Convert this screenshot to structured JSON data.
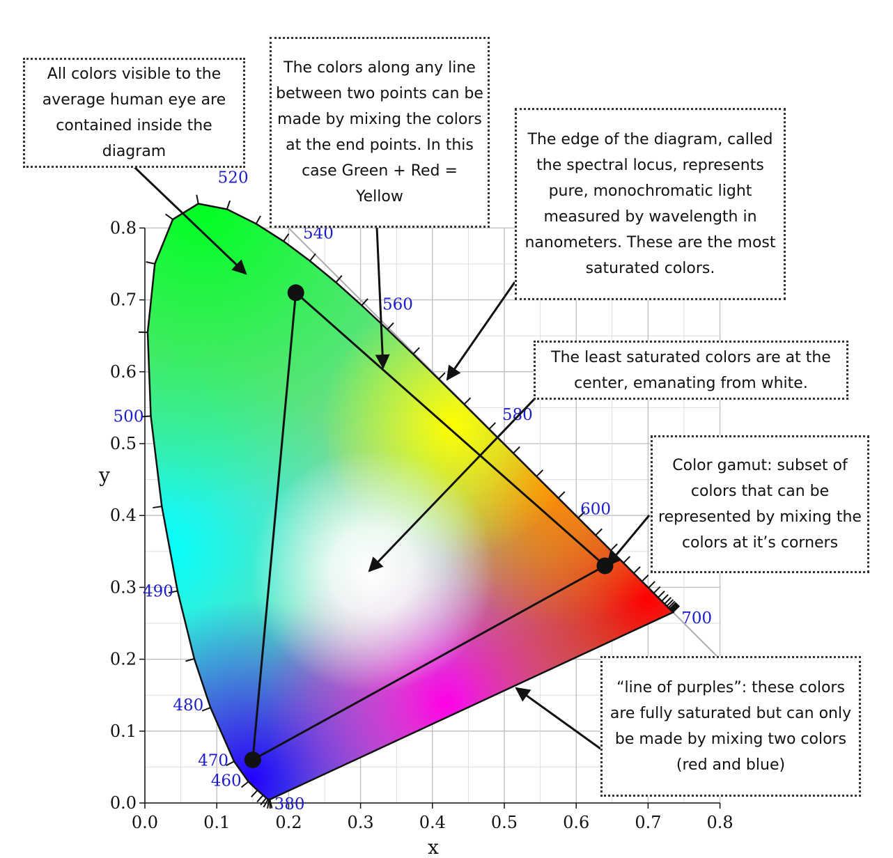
{
  "chart_data": {
    "type": "diagram",
    "xlabel": "x",
    "ylabel": "y",
    "xlim": [
      0.0,
      0.8
    ],
    "ylim": [
      0.0,
      0.8
    ],
    "x_ticks": [
      "0.0",
      "0.1",
      "0.2",
      "0.3",
      "0.4",
      "0.5",
      "0.6",
      "0.7",
      "0.8"
    ],
    "y_ticks": [
      "0.0",
      "0.1",
      "0.2",
      "0.3",
      "0.4",
      "0.5",
      "0.6",
      "0.7",
      "0.8"
    ],
    "grid": true,
    "spectral_locus": [
      [
        0.1741,
        0.005
      ],
      [
        0.1738,
        0.0049
      ],
      [
        0.1733,
        0.0048
      ],
      [
        0.1726,
        0.0048
      ],
      [
        0.1714,
        0.0051
      ],
      [
        0.1689,
        0.0069
      ],
      [
        0.1644,
        0.0109
      ],
      [
        0.1566,
        0.0177
      ],
      [
        0.144,
        0.0297
      ],
      [
        0.1241,
        0.0578
      ],
      [
        0.0913,
        0.1327
      ],
      [
        0.0687,
        0.2007
      ],
      [
        0.0454,
        0.295
      ],
      [
        0.0235,
        0.4127
      ],
      [
        0.0082,
        0.5384
      ],
      [
        0.0039,
        0.6548
      ],
      [
        0.0139,
        0.7502
      ],
      [
        0.0389,
        0.812
      ],
      [
        0.0743,
        0.8338
      ],
      [
        0.1142,
        0.8262
      ],
      [
        0.1547,
        0.8059
      ],
      [
        0.1929,
        0.7816
      ],
      [
        0.2296,
        0.7543
      ],
      [
        0.2658,
        0.7243
      ],
      [
        0.3016,
        0.6923
      ],
      [
        0.3373,
        0.6589
      ],
      [
        0.3731,
        0.6245
      ],
      [
        0.4087,
        0.5896
      ],
      [
        0.4441,
        0.5547
      ],
      [
        0.4788,
        0.5202
      ],
      [
        0.5125,
        0.4866
      ],
      [
        0.5448,
        0.4544
      ],
      [
        0.5752,
        0.4242
      ],
      [
        0.6029,
        0.3965
      ],
      [
        0.627,
        0.3725
      ],
      [
        0.6482,
        0.3514
      ],
      [
        0.6658,
        0.334
      ],
      [
        0.6801,
        0.3197
      ],
      [
        0.6915,
        0.3083
      ],
      [
        0.7006,
        0.2993
      ],
      [
        0.7079,
        0.292
      ],
      [
        0.714,
        0.2859
      ],
      [
        0.719,
        0.2809
      ],
      [
        0.723,
        0.277
      ],
      [
        0.726,
        0.274
      ],
      [
        0.7283,
        0.2717
      ],
      [
        0.73,
        0.27
      ],
      [
        0.7311,
        0.2689
      ],
      [
        0.732,
        0.268
      ],
      [
        0.7327,
        0.2673
      ],
      [
        0.7334,
        0.2666
      ],
      [
        0.734,
        0.266
      ],
      [
        0.7344,
        0.2656
      ],
      [
        0.7346,
        0.2654
      ],
      [
        0.7347,
        0.2653
      ]
    ],
    "wavelength_labels": [
      {
        "nm": "380",
        "x": 0.1741,
        "y": 0.005
      },
      {
        "nm": "460",
        "x": 0.144,
        "y": 0.0297
      },
      {
        "nm": "470",
        "x": 0.1241,
        "y": 0.0578
      },
      {
        "nm": "480",
        "x": 0.0913,
        "y": 0.1327
      },
      {
        "nm": "490",
        "x": 0.0454,
        "y": 0.295
      },
      {
        "nm": "500",
        "x": 0.0082,
        "y": 0.5384
      },
      {
        "nm": "520",
        "x": 0.0743,
        "y": 0.8338
      },
      {
        "nm": "540",
        "x": 0.2296,
        "y": 0.7543
      },
      {
        "nm": "560",
        "x": 0.3731,
        "y": 0.6245
      },
      {
        "nm": "580",
        "x": 0.5125,
        "y": 0.4866
      },
      {
        "nm": "600",
        "x": 0.627,
        "y": 0.3725
      },
      {
        "nm": "700",
        "x": 0.7347,
        "y": 0.2653
      }
    ],
    "gamut_triangle": [
      [
        0.64,
        0.33
      ],
      [
        0.21,
        0.71
      ],
      [
        0.15,
        0.06
      ]
    ],
    "colors": {
      "white_point": "#ffffff",
      "green": "#22dd22",
      "red": "#ff0000",
      "blue": "#2200ff",
      "magenta": "#ff00ff",
      "cyan": "#00ffff",
      "yellow": "#ffff00",
      "wavelength_label": "#1c1ccc"
    }
  },
  "annotations": {
    "all_colors": "All colors visible to the average human eye are contained inside the diagram",
    "mixing_line": "The colors along any line between two points can be made by mixing the colors at the end points. In this case Green + Red = Yellow",
    "spectral_locus": "The edge of the diagram, called the spectral locus, represents pure, monochromatic light measured by wavelength in nanometers. These are the most saturated colors.",
    "least_saturated": "The least saturated colors are at the center, emanating from white.",
    "color_gamut": "Color gamut: subset of colors that can be represented by mixing the colors at it’s corners",
    "line_of_purples": "“line of purples”: these colors are fully saturated but can only be made by mixing two colors (red and blue)"
  }
}
